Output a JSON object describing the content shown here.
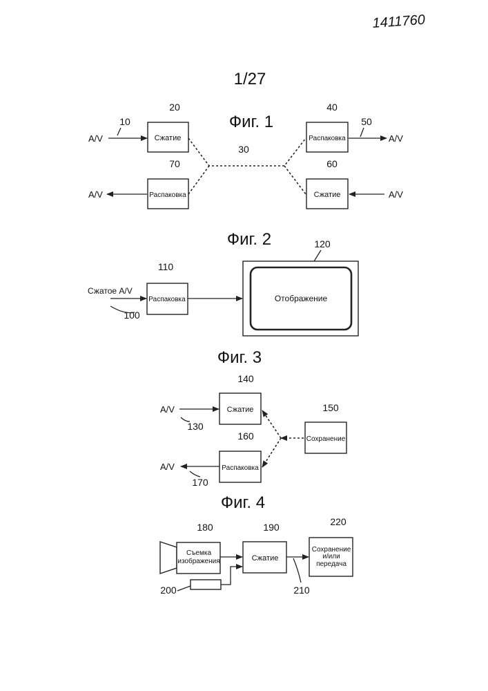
{
  "page": {
    "doc_number": "1411760",
    "sheet": "1/27"
  },
  "fig1": {
    "title": "Фиг. 1",
    "ref_10": "10",
    "ref_20": "20",
    "ref_30": "30",
    "ref_40": "40",
    "ref_50": "50",
    "ref_60": "60",
    "ref_70": "70",
    "av_in_left": "A/V",
    "av_out_left": "A/V",
    "av_out_right": "A/V",
    "av_in_right": "A/V",
    "box_20": "Сжатие",
    "box_70": "Распаковка",
    "box_40": "Распаковка",
    "box_60": "Сжатие"
  },
  "fig2": {
    "title": "Фиг. 2",
    "ref_100": "100",
    "ref_110": "110",
    "ref_120": "120",
    "input_label": "Сжатое A/V",
    "box_110": "Распаковка",
    "display": "Отображение"
  },
  "fig3": {
    "title": "Фиг. 3",
    "ref_130": "130",
    "ref_140": "140",
    "ref_150": "150",
    "ref_160": "160",
    "ref_170": "170",
    "av_in": "A/V",
    "av_out": "A/V",
    "box_140": "Сжатие",
    "box_150": "Сохранение",
    "box_160": "Распаковка"
  },
  "fig4": {
    "title": "Фиг. 4",
    "ref_180": "180",
    "ref_190": "190",
    "ref_200": "200",
    "ref_210": "210",
    "ref_220": "220",
    "box_180_line1": "Съемка",
    "box_180_line2": "изображения",
    "box_190": "Сжатие",
    "box_220_line1": "Сохранение",
    "box_220_line2": "и/или",
    "box_220_line3": "передача"
  }
}
